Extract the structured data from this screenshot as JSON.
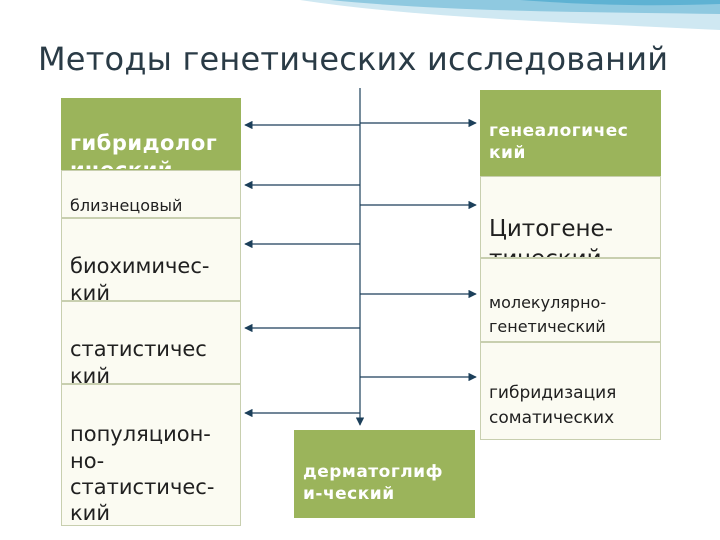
{
  "title": "Методы генетических исследований",
  "left_methods": [
    "гибридолог\nический",
    "близнецовый",
    "биохимичес-\nкий",
    "статистичес\nкий",
    "популяцион-\nно-\nстатистичес-\nкий"
  ],
  "right_methods": [
    "генеалогичес\nкий",
    "Цитогене-\nтический",
    "молекулярно-\nгенетический",
    "гибридизация\nсоматических\nклеток"
  ],
  "bottom_method": "дерматоглиф\nи-ческий",
  "colors": {
    "accent_green": "#9bb45b",
    "box_fill": "#fbfbf2",
    "box_border": "#c8cfaf",
    "arrow": "#1c3f5a",
    "title_text": "#2a3b46"
  }
}
